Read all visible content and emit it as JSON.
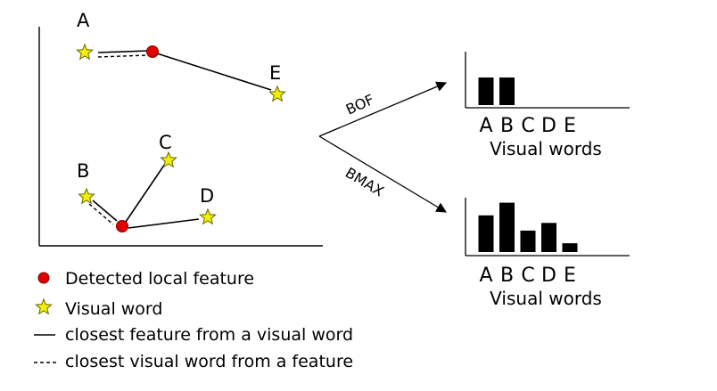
{
  "scatter": {
    "points": [
      {
        "id": "A",
        "label": "A",
        "kind": "visual-word"
      },
      {
        "id": "E",
        "label": "E",
        "kind": "visual-word"
      },
      {
        "id": "B",
        "label": "B",
        "kind": "visual-word"
      },
      {
        "id": "C",
        "label": "C",
        "kind": "visual-word"
      },
      {
        "id": "D",
        "label": "D",
        "kind": "visual-word"
      }
    ]
  },
  "arrows": {
    "bof_label": "BOF",
    "bmax_label": "BMAX"
  },
  "histograms": {
    "bof": {
      "categories": [
        "A",
        "B",
        "C",
        "D",
        "E"
      ],
      "values": [
        2,
        2,
        0,
        0,
        0
      ],
      "xlabel": "Visual words"
    },
    "bmax": {
      "categories": [
        "A",
        "B",
        "C",
        "D",
        "E"
      ],
      "values": [
        2.9,
        3.9,
        1.7,
        2.3,
        0.7
      ],
      "xlabel": "Visual words"
    }
  },
  "legend": {
    "feature": "Detected local feature",
    "word": "Visual word",
    "solid": "closest feature from a visual word",
    "dashed": "closest visual word from a feature"
  },
  "colors": {
    "feature": "#e00000",
    "star_fill": "#f2f000",
    "star_stroke": "#666600",
    "bar": "#000000",
    "line": "#000000"
  }
}
